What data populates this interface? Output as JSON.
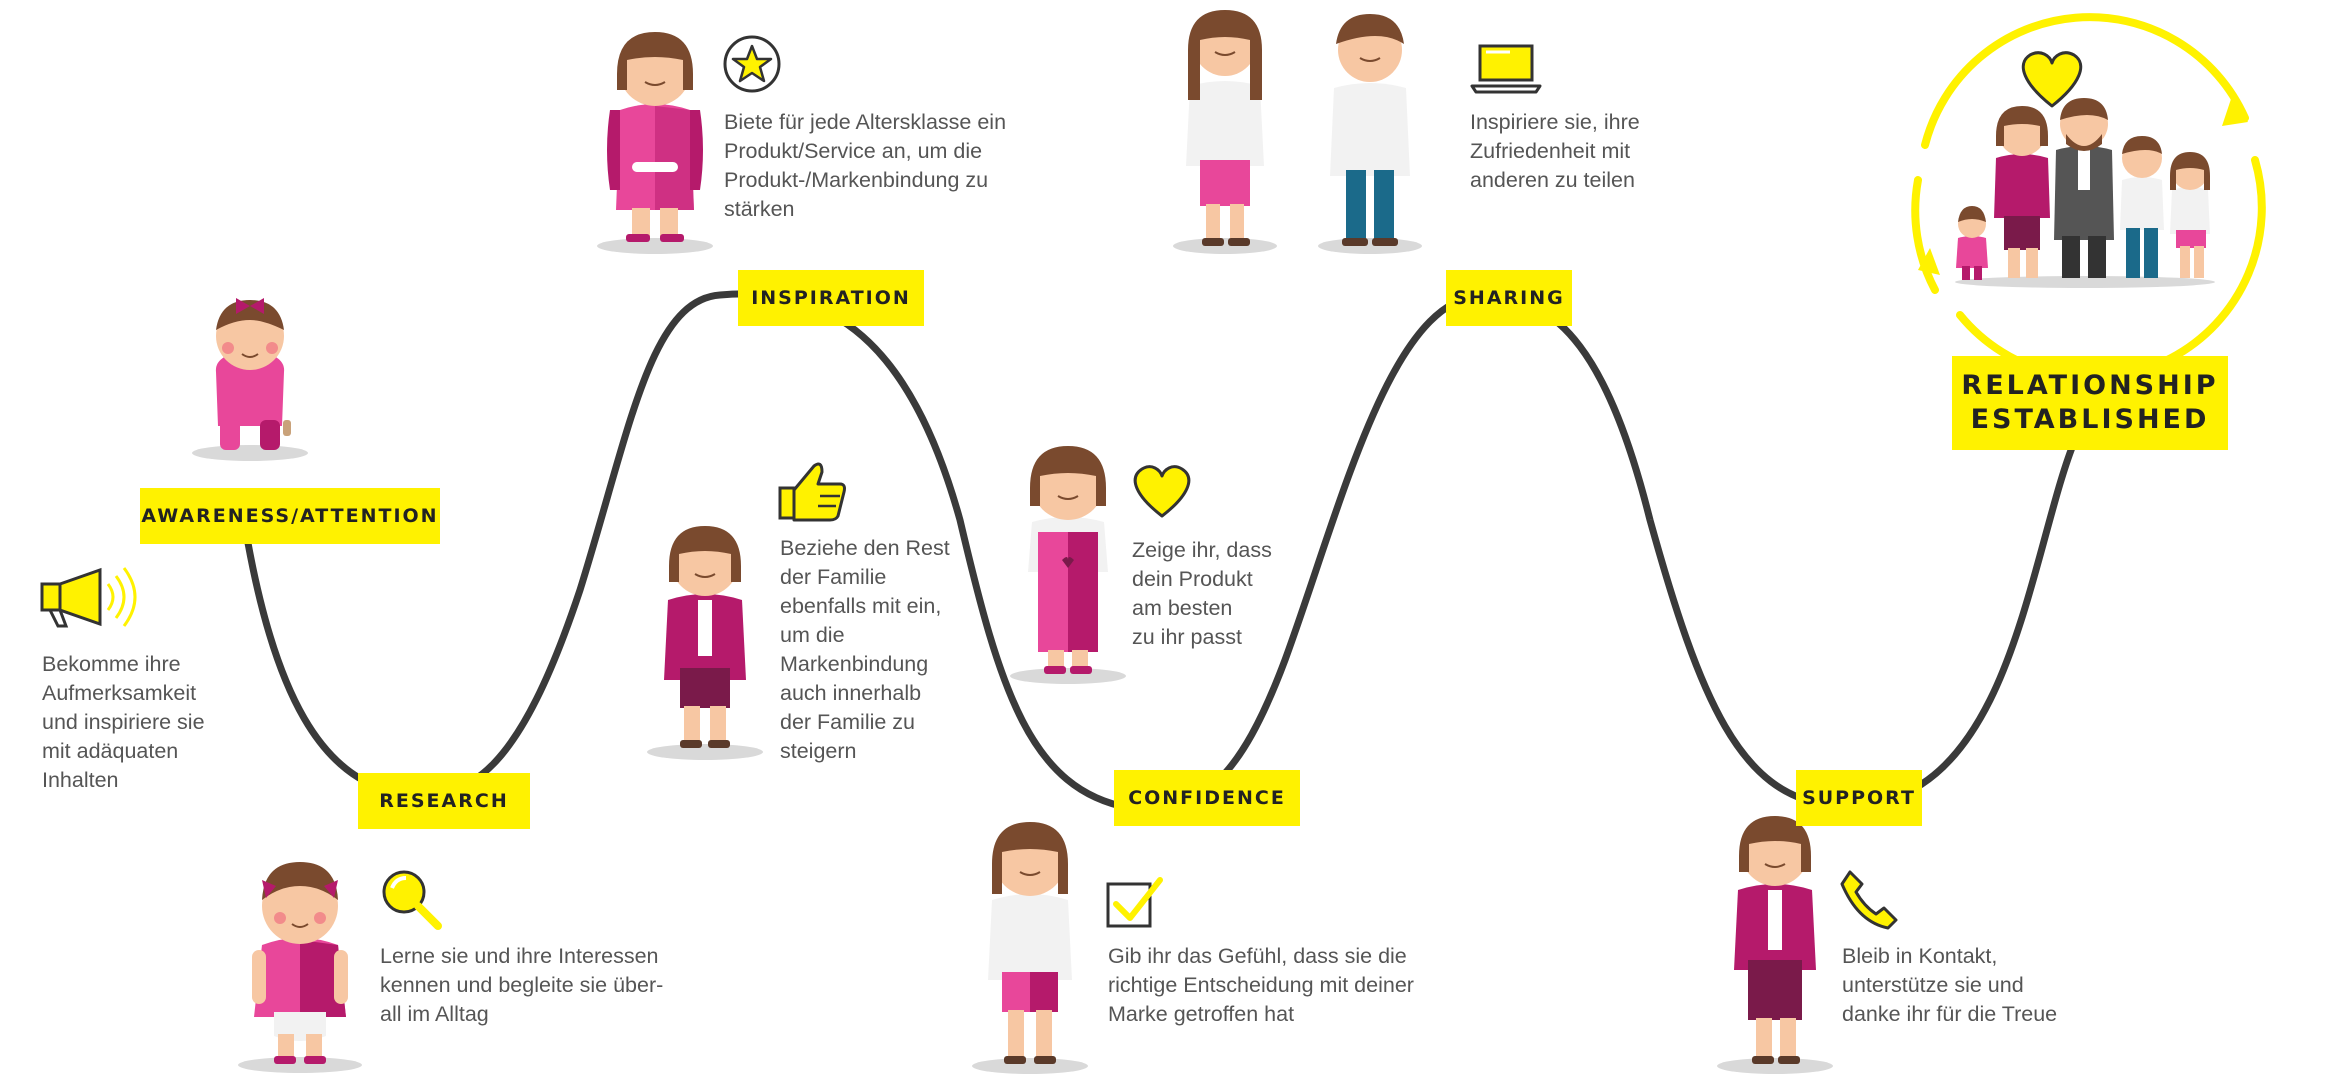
{
  "colors": {
    "accent_yellow": "#fff200",
    "path_line": "#3a3a3a",
    "pink": "#e8479a",
    "magenta": "#b51a6b",
    "text": "#555555"
  },
  "stages": [
    {
      "id": "awareness",
      "label": "AWARENESS/ATTENTION",
      "icon": "megaphone-icon",
      "description": [
        "Bekomme ihre",
        "Aufmerksamkeit",
        "und inspiriere sie",
        "mit adäquaten",
        "Inhalten"
      ]
    },
    {
      "id": "research",
      "label": "RESEARCH",
      "icon": "magnifier-icon",
      "description": [
        "Lerne sie und ihre Interessen",
        "kennen und begleite sie über-",
        "all im Alltag"
      ]
    },
    {
      "id": "inspiration",
      "label": "INSPIRATION",
      "icon": "star-icon",
      "description": [
        "Biete für jede Altersklasse ein",
        "Produkt/Service an, um die",
        "Produkt-/Markenbindung zu",
        "stärken"
      ]
    },
    {
      "id": "family",
      "label": "",
      "icon": "thumbs-up-icon",
      "description": [
        "Beziehe den Rest",
        "der Familie",
        "ebenfalls mit ein,",
        "um die",
        "Markenbindung",
        "auch innerhalb",
        "der Familie zu",
        "steigern"
      ]
    },
    {
      "id": "confidence",
      "label": "CONFIDENCE",
      "icon": "checkbox-icon",
      "description": [
        "Gib ihr das Gefühl, dass sie die",
        "richtige Entscheidung mit deiner",
        "Marke getroffen hat"
      ]
    },
    {
      "id": "heart",
      "label": "",
      "icon": "heart-icon",
      "description": [
        "Zeige ihr, dass",
        "dein Produkt",
        "am besten",
        "zu ihr passt"
      ]
    },
    {
      "id": "sharing",
      "label": "SHARING",
      "icon": "laptop-icon",
      "description": [
        "Inspiriere sie, ihre",
        "Zufriedenheit mit",
        "anderen zu teilen"
      ]
    },
    {
      "id": "support",
      "label": "SUPPORT",
      "icon": "phone-icon",
      "description": [
        "Bleib in Kontakt,",
        "unterstütze sie und",
        "danke ihr für die Treue"
      ]
    }
  ],
  "final": {
    "label_line1": "RELATIONSHIP",
    "label_line2": "ESTABLISHED",
    "icon": "heart-icon"
  }
}
